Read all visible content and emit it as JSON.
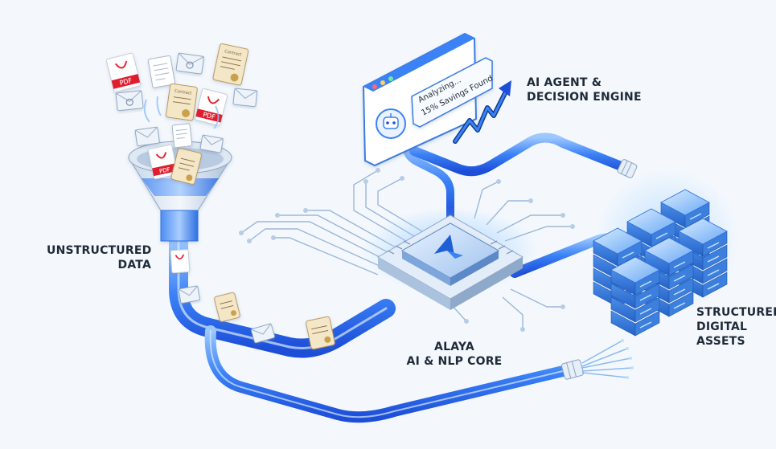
{
  "labels": {
    "unstructured": "UNSTRUCTURED\nDATA",
    "agent": "AI AGENT &\nDECISION ENGINE",
    "core": "ALAYA\nAI & NLP CORE",
    "structured": "STRUCTURED\nDIGITAL\nASSETS"
  },
  "window": {
    "bubble_line1": "Analyzing...",
    "bubble_line2": "15% Savings Found"
  },
  "documents": {
    "pdf_label": "PDF",
    "contract_label": "Contract"
  },
  "icons": {
    "pdf": "pdf-document-icon",
    "email": "email-envelope-icon",
    "contract": "contract-scroll-icon",
    "page": "text-page-icon",
    "robot": "robot-avatar-icon",
    "trend": "trend-up-arrow-icon",
    "chip": "ai-chip-icon",
    "server": "server-stack-icon"
  },
  "colors": {
    "pipe": "#3b82f6",
    "pipe_dark": "#1d4ed8",
    "accent": "#60a5fa",
    "pdf_red": "#e11d2e",
    "text": "#1f2a37",
    "background": "#f4f8fd"
  }
}
